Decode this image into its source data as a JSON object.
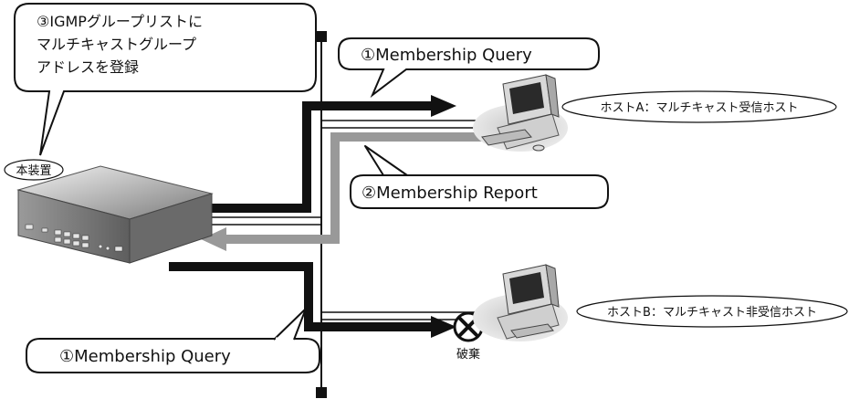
{
  "callouts": {
    "igmp_list": {
      "lines": [
        "③IGMPグループリストに",
        "マルチキャストグループ",
        "アドレスを登録"
      ]
    },
    "query_top": {
      "label": "①Membership Query"
    },
    "report": {
      "label": "②Membership Report"
    },
    "query_bottom": {
      "label": "①Membership Query"
    }
  },
  "device": {
    "label": "本装置"
  },
  "host_a": {
    "label": "ホストA：マルチキャスト受信ホスト"
  },
  "host_b": {
    "label": "ホストB：マルチキャスト非受信ホスト"
  },
  "discard": {
    "label": "破棄"
  },
  "colors": {
    "query_arrow": "#111111",
    "report_arrow": "#999999",
    "device_body": "#8a8a8a",
    "host_body": "#bdbdbd"
  }
}
